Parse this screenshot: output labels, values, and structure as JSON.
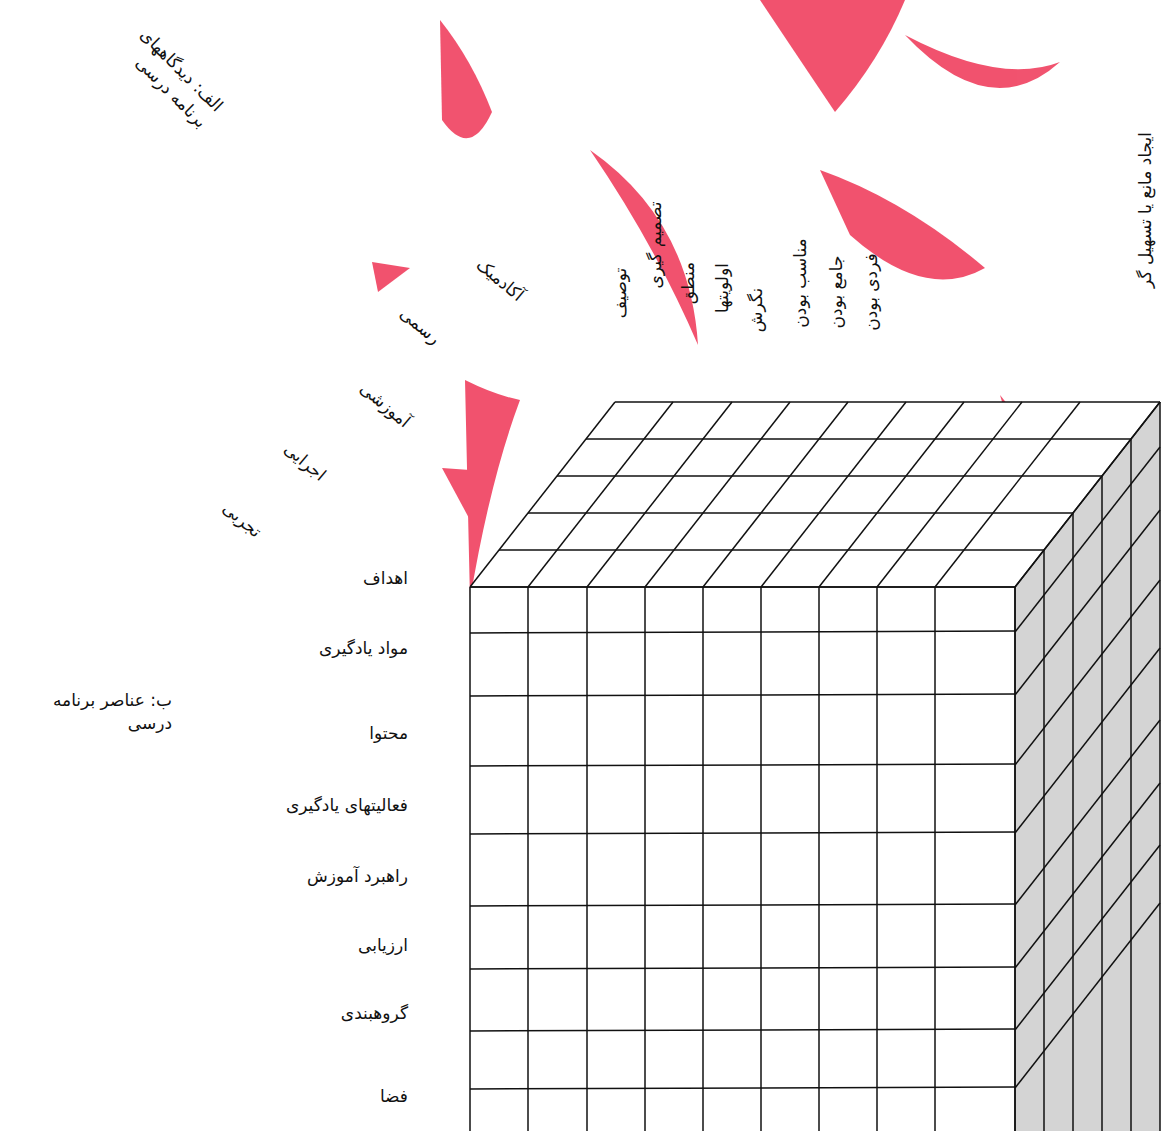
{
  "diagram": {
    "labels": [
      "الف: دیدگاههای برنامه درسی",
      "آکادمیک",
      "رسمی",
      "آموزشی",
      "اجرایی",
      "تجربی",
      "توصیف",
      "تصمیم گیری",
      "منطق",
      "اولویتها",
      "نگرش",
      "مناسب بودن",
      "جامع بودن",
      "فردی بودن",
      "ایجاد مانع یا تسهیل گر",
      "اهداف",
      "مواد یادگیری",
      "محتوا",
      "فعالیتهای یادگیری",
      "راهبرد آموزش",
      "ارزیابی",
      "گروهبندی",
      "فضا",
      "ب: عناصر برنامه درسی"
    ]
  }
}
